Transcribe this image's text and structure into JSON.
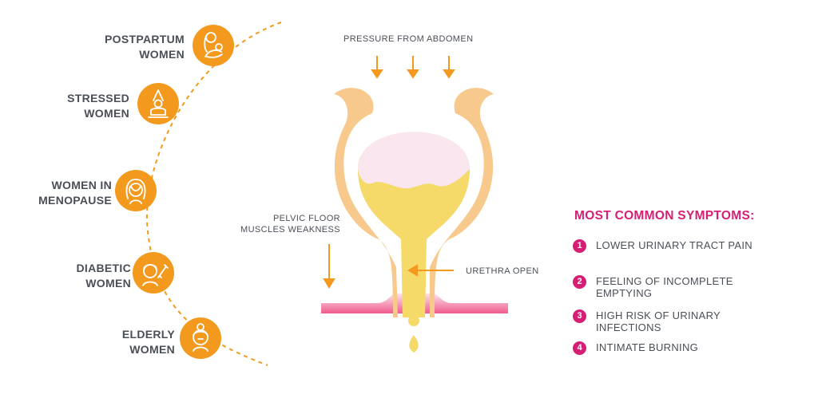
{
  "groups": [
    {
      "label": "POSTPARTUM\nWOMEN",
      "icon": "mother-baby-icon"
    },
    {
      "label": "STRESSED\nWOMEN",
      "icon": "meditation-icon"
    },
    {
      "label": "WOMEN IN\nMENOPAUSE",
      "icon": "woman-face-icon"
    },
    {
      "label": "DIABETIC\nWOMEN",
      "icon": "syringe-woman-icon"
    },
    {
      "label": "ELDERLY\nWOMEN",
      "icon": "elderly-woman-icon"
    }
  ],
  "diagram": {
    "pressure_label": "PRESSURE FROM ABDOMEN",
    "pelvic_label": "PELVIC FLOOR\nMUSCLES WEAKNESS",
    "urethra_label": "URETHRA OPEN"
  },
  "symptoms": {
    "title": "MOST COMMON SYMPTOMS:",
    "items": [
      {
        "num": "1",
        "text": "LOWER URINARY TRACT PAIN"
      },
      {
        "num": "2",
        "text": "FEELING OF INCOMPLETE\nEMPTYING"
      },
      {
        "num": "3",
        "text": "HIGH RISK OF URINARY\nINFECTIONS"
      },
      {
        "num": "4",
        "text": "INTIMATE BURNING"
      }
    ]
  },
  "colors": {
    "accent_orange": "#f39a1e",
    "magenta": "#d61f74",
    "bladder_wall": "#f8c98c",
    "urine": "#f5da6a",
    "air": "#f9e6ee",
    "text": "#4a4f57"
  }
}
